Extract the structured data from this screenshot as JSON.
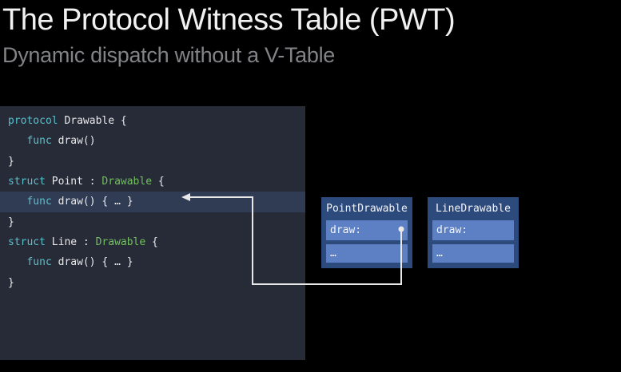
{
  "slide": {
    "title": "The Protocol Witness Table (PWT)",
    "subtitle": "Dynamic dispatch without a V-Table"
  },
  "code": {
    "language": "swift",
    "lines": [
      {
        "highlighted": false,
        "tokens": [
          {
            "t": "protocol",
            "c": "keyword"
          },
          {
            "t": " Drawable {",
            "c": "plain"
          }
        ]
      },
      {
        "highlighted": false,
        "tokens": [
          {
            "t": "   ",
            "c": "plain"
          },
          {
            "t": "func",
            "c": "keyword"
          },
          {
            "t": " draw()",
            "c": "plain"
          }
        ]
      },
      {
        "highlighted": false,
        "tokens": [
          {
            "t": "}",
            "c": "plain"
          }
        ]
      },
      {
        "highlighted": false,
        "tokens": [
          {
            "t": "struct",
            "c": "keyword"
          },
          {
            "t": " Point : ",
            "c": "plain"
          },
          {
            "t": "Drawable",
            "c": "type"
          },
          {
            "t": " {",
            "c": "plain"
          }
        ]
      },
      {
        "highlighted": true,
        "tokens": [
          {
            "t": "   ",
            "c": "plain"
          },
          {
            "t": "func",
            "c": "keyword"
          },
          {
            "t": " draw() { … }",
            "c": "plain"
          }
        ]
      },
      {
        "highlighted": false,
        "tokens": [
          {
            "t": "}",
            "c": "plain"
          }
        ]
      },
      {
        "highlighted": false,
        "tokens": [
          {
            "t": "struct",
            "c": "keyword"
          },
          {
            "t": " Line : ",
            "c": "plain"
          },
          {
            "t": "Drawable",
            "c": "type"
          },
          {
            "t": " {",
            "c": "plain"
          }
        ]
      },
      {
        "highlighted": false,
        "tokens": [
          {
            "t": "   ",
            "c": "plain"
          },
          {
            "t": "func",
            "c": "keyword"
          },
          {
            "t": " draw() { … }",
            "c": "plain"
          }
        ]
      },
      {
        "highlighted": false,
        "tokens": [
          {
            "t": "}",
            "c": "plain"
          }
        ]
      }
    ]
  },
  "witness_tables": [
    {
      "name": "PointDrawable",
      "rows": [
        "draw:",
        "…"
      ]
    },
    {
      "name": "LineDrawable",
      "rows": [
        "draw:",
        "…"
      ]
    }
  ],
  "arrow": {
    "meaning": "PointDrawable draw: entry points to Point.draw() implementation",
    "color": "#e8e8e8"
  },
  "colors": {
    "background": "#000000",
    "title": "#f1f1f1",
    "subtitle": "#828387",
    "code_bg": "#272b37",
    "code_highlight": "#303b54",
    "keyword": "#57c1cc",
    "type_green": "#72bf5f",
    "code_plain": "#e9e9ec",
    "table_box": "#2d4a7d",
    "table_row": "#5d80c5",
    "table_text": "#f2f4f8",
    "arrow": "#e8e8e8"
  }
}
